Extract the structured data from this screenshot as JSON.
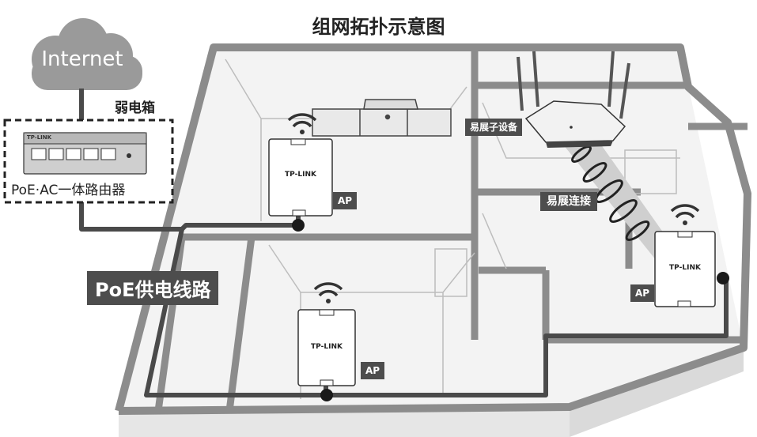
{
  "title": "组网拓扑示意图",
  "cloud_label": "Internet",
  "weak_box_label": "弱电箱",
  "router_box_label": "PoE·AC一体路由器",
  "router_brand": "TP-LINK",
  "poe_line_label": "PoE供电线路",
  "mesh_device_label": "易展子设备",
  "mesh_link_label": "易展连接",
  "ap_brand": "TP-LINK",
  "ap_tag": "AP",
  "colors": {
    "wall": "#8c8c8c",
    "floor": "#f4f4f4",
    "cable": "#4a4a4a",
    "cloud": "#9a9a9a",
    "tag_bg": "#4d4d4d"
  }
}
